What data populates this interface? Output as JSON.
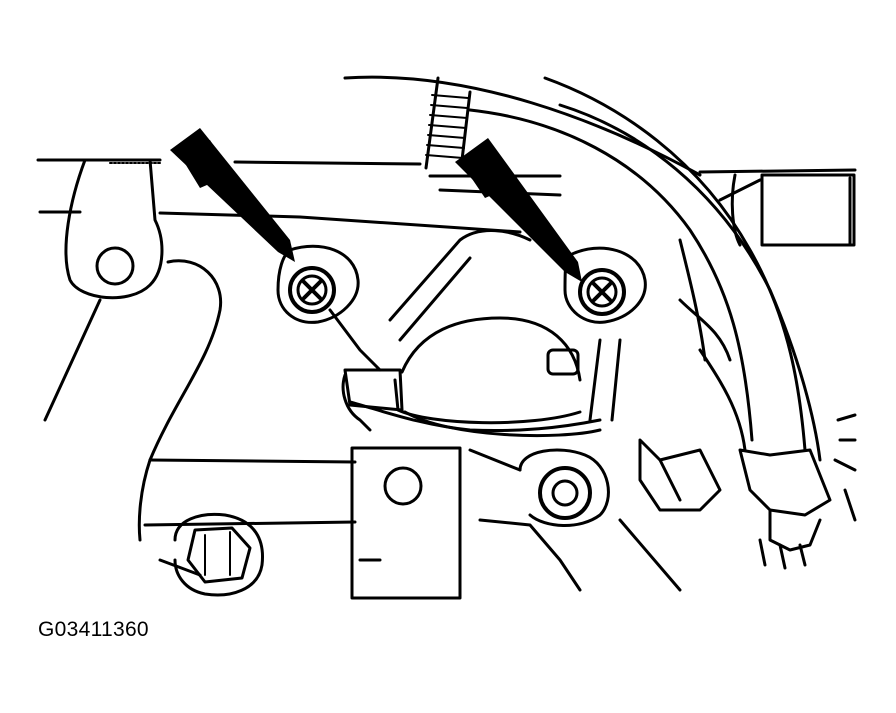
{
  "figure": {
    "code": "G03411360"
  },
  "colors": {
    "line": "#000000",
    "background": "#ffffff"
  },
  "callouts": [
    {
      "name": "arrow-left",
      "target": "mounting-bolt-left"
    },
    {
      "name": "arrow-right",
      "target": "mounting-bolt-right"
    }
  ]
}
